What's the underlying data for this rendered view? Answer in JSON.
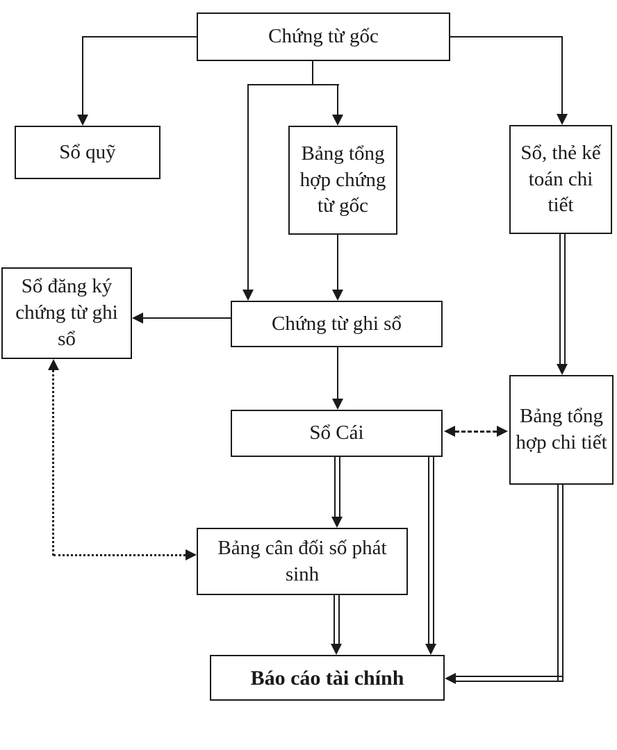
{
  "diagram": {
    "type": "flowchart",
    "colors": {
      "line": "#1a1a1a",
      "box_border": "#1a1a1a",
      "background": "#ffffff",
      "text": "#1a1a1a"
    },
    "boxes": {
      "chung_tu_goc": {
        "label": "Chứng từ gốc"
      },
      "so_quy": {
        "label": "Sổ quỹ"
      },
      "bang_tong_hop_chung_tu_goc": {
        "label": "Bảng tổng hợp chứng từ gốc"
      },
      "so_the_ke_toan_chi_tiet": {
        "label": "Sổ, thẻ kế toán chi tiết"
      },
      "so_dang_ky_chung_tu_ghi_so": {
        "label": "Sổ đăng ký chứng từ ghi sổ"
      },
      "chung_tu_ghi_so": {
        "label": "Chứng từ ghi sổ"
      },
      "so_cai": {
        "label": "Sổ Cái"
      },
      "bang_tong_hop_chi_tiet": {
        "label": "Bảng tổng hợp chi tiết"
      },
      "bang_can_doi_so_phat_sinh": {
        "label": "Bảng cân đối số phát sinh"
      },
      "bao_cao_tai_chinh": {
        "label": "Báo cáo tài chính"
      }
    },
    "edges": [
      {
        "from": "chung_tu_goc",
        "to": "so_quy",
        "style": "solid"
      },
      {
        "from": "chung_tu_goc",
        "to": "bang_tong_hop_chung_tu_goc",
        "style": "solid"
      },
      {
        "from": "chung_tu_goc",
        "to": "so_the_ke_toan_chi_tiet",
        "style": "solid"
      },
      {
        "from": "chung_tu_goc",
        "to": "chung_tu_ghi_so",
        "style": "solid"
      },
      {
        "from": "bang_tong_hop_chung_tu_goc",
        "to": "chung_tu_ghi_so",
        "style": "solid"
      },
      {
        "from": "chung_tu_ghi_so",
        "to": "so_dang_ky_chung_tu_ghi_so",
        "style": "solid"
      },
      {
        "from": "chung_tu_ghi_so",
        "to": "so_cai",
        "style": "solid"
      },
      {
        "from": "so_the_ke_toan_chi_tiet",
        "to": "bang_tong_hop_chi_tiet",
        "style": "double"
      },
      {
        "from": "so_cai",
        "to": "bang_tong_hop_chi_tiet",
        "style": "dashed",
        "bidirectional": true
      },
      {
        "from": "so_cai",
        "to": "bang_can_doi_so_phat_sinh",
        "style": "double"
      },
      {
        "from": "so_cai",
        "to": "bao_cao_tai_chinh",
        "style": "double"
      },
      {
        "from": "bang_can_doi_so_phat_sinh",
        "to": "bao_cao_tai_chinh",
        "style": "double"
      },
      {
        "from": "bang_tong_hop_chi_tiet",
        "to": "bao_cao_tai_chinh",
        "style": "double"
      },
      {
        "from": "so_dang_ky_chung_tu_ghi_so",
        "to": "bang_can_doi_so_phat_sinh",
        "style": "dotted",
        "bidirectional": true
      }
    ]
  }
}
